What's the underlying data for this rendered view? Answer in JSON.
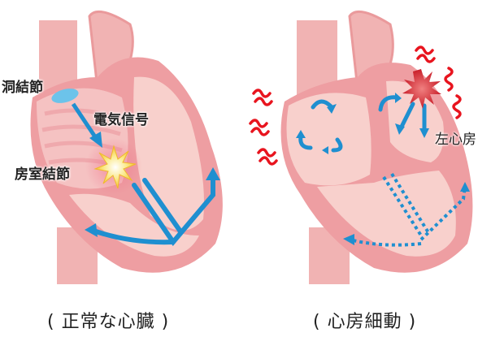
{
  "normal_heart": {
    "caption": "( 正常な心臓 )",
    "labels": {
      "sinus_node": "洞結節",
      "electrical_signal": "電気信号",
      "av_node": "房室結節"
    }
  },
  "afib_heart": {
    "caption": "( 心房細動 )",
    "labels": {
      "left_atrium": "左心房"
    }
  },
  "colors": {
    "heart_fill": "#f4b8b8",
    "heart_wall": "#ec8f92",
    "heart_inner": "#f8d2cf",
    "signal_blue": "#1f8fd0",
    "sinus_node_blue": "#6cc3ea",
    "spark_yellow": "#f7d44a",
    "spark_red": "#d9343c",
    "squiggle_red": "#e8141e"
  }
}
